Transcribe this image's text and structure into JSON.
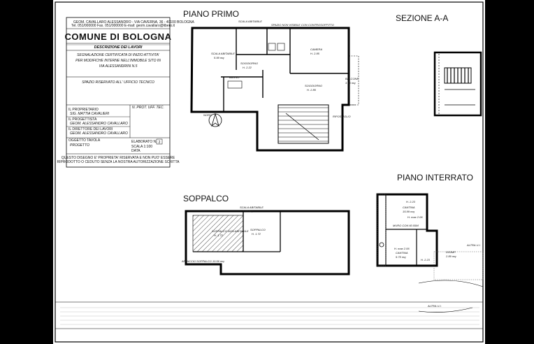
{
  "title_block": {
    "studio_line": "GEOM. CAVALLARO ALESSANDRO - VIA CAVERNA, 36 - 40100 BOLOGNA",
    "studio_contacts": "Tel. 051/000000 Fax. 051/000000 E-mail: geom.cavallaro@libero.it",
    "municipality": "COMUNE DI BOLOGNA",
    "works_label": "DESCRIZIONE DEI LAVORI",
    "work_description": [
      "SEGNALAZIONE CERTIFICATA DI INIZIO ATTIVITA'",
      "PER MODIFICHE INTERNE NELL'IMMOBILE SITO IN",
      "VIA ALESSANDRINI N.5"
    ],
    "office_space": "SPAZIO RISERVATO ALL' UFFICIO TECNICO",
    "protocol_label": "N. PROT. UFF. TEC.",
    "owner_label": "IL PROPRIETARIO",
    "owner_name": "SIG. MATTIA CAVALIERI",
    "designer_label": "IL PROGETTISTA",
    "designer_name": "GEOM. ALESSANDRO CAVALLARO",
    "director_label": "IL DIRETTORE DEI LAVORI",
    "director_name": "GEOM. ALESSANDRO CAVALLARO",
    "drawing_label": "OGGETTO TAVOLA",
    "drawing_subject": "PROGETTO",
    "sheet_label": "ELABORATO N.",
    "sheet_number": "2",
    "scale_label": "SCALA 1:100",
    "date_label": "DATA",
    "disclaimer": [
      "QUESTO DISEGNO E' PROPRIETA' RISERVATA E NON PUO' ESSERE",
      "RIPRODOTTO O CEDUTO SENZA LA NOSTRA AUTORIZZAZIONE SCRITTA"
    ]
  },
  "drawings": {
    "piano_primo": {
      "title": "PIANO PRIMO",
      "rooms": [
        {
          "name": "SCALA ABITABILE",
          "area": "5.99 mq"
        },
        {
          "name": "SPAZIO NON VISIBILE CON CONTROSOFFITTO",
          "area": ""
        },
        {
          "name": "SOGGIORNO",
          "area": "H. 2.22"
        },
        {
          "name": "CAMERA",
          "area": "H. 2.85"
        },
        {
          "name": "BAGNO",
          "area": ""
        },
        {
          "name": "SOGGIORNO",
          "area": "H. 2.85"
        },
        {
          "name": "BALCONE",
          "area": "3.85 mq"
        },
        {
          "name": "RIPOSTIGLIO",
          "area": ""
        }
      ],
      "north_label": "NORD"
    },
    "sezione": {
      "title": "SEZIONE A-A"
    },
    "soppalco": {
      "title": "SOPPALCO",
      "rooms": [
        {
          "name": "SCALA ABITABILE",
          "area": "5.99 mq"
        },
        {
          "name": "SOPPALCO NON ABITABILE",
          "area": "H. 1.72"
        },
        {
          "name": "SOPPALCO",
          "area": "H. 1.72"
        }
      ],
      "note": "AFFACCIO SOPPALCO 10.56 mq"
    },
    "piano_interrato": {
      "title": "PIANO INTERRATO",
      "rooms": [
        {
          "name": "CANTINA",
          "area": "15.99 mq"
        },
        {
          "name": "MURO CON 60.55M",
          "area": ""
        },
        {
          "name": "CANTINA",
          "area": "9.75 mq"
        },
        {
          "name": "DISIMP.",
          "area": "2.89 mq"
        }
      ],
      "heights": [
        "H. 2.23",
        "H. 2.23",
        "H. max 2.06",
        "H. max 2.06"
      ],
      "altra_label": "ALTRA U.I.",
      "altra_label_2": "ALTRA U.I."
    }
  },
  "colors": {
    "frame": "#000000",
    "sheet": "#ffffff",
    "ink": "#111111"
  }
}
